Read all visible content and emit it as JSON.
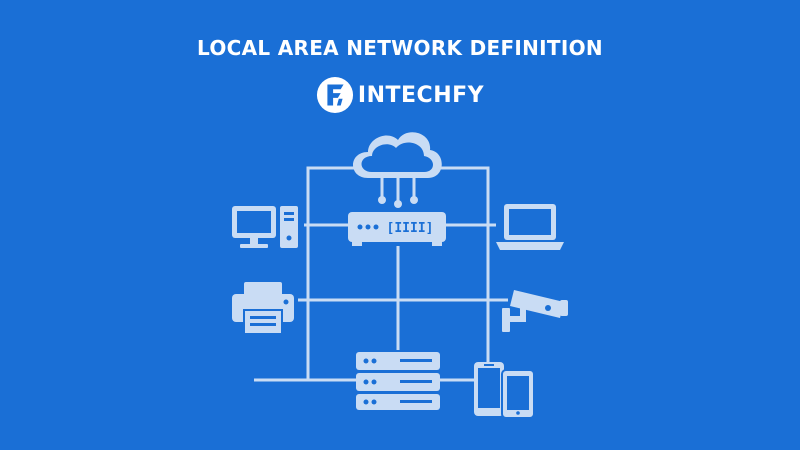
{
  "title": "LOCAL AREA NETWORK DEFINITION",
  "brand": {
    "name": "INTECHFY",
    "logo_icon": "f-letter-logo-icon"
  },
  "colors": {
    "background": "#1a6fd6",
    "line": "#c9dcf4",
    "icon_fill": "#c9dcf4",
    "text": "#ffffff"
  },
  "diagram": {
    "nodes": [
      {
        "id": "cloud",
        "icon": "cloud-icon"
      },
      {
        "id": "router",
        "icon": "router-icon",
        "label": "[IIII]"
      },
      {
        "id": "desktop",
        "icon": "desktop-computer-icon"
      },
      {
        "id": "laptop",
        "icon": "laptop-icon"
      },
      {
        "id": "printer",
        "icon": "printer-icon"
      },
      {
        "id": "camera",
        "icon": "security-camera-icon"
      },
      {
        "id": "server",
        "icon": "server-icon"
      },
      {
        "id": "mobile",
        "icon": "mobile-devices-icon"
      }
    ]
  }
}
